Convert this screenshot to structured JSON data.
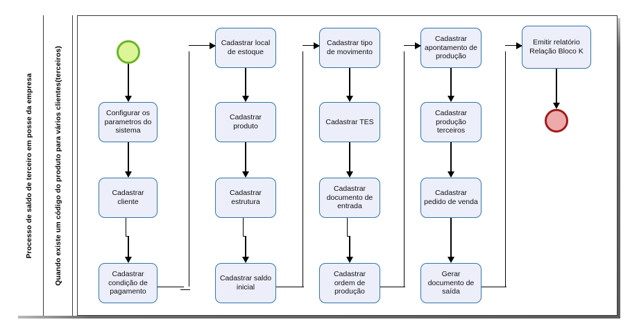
{
  "diagram": {
    "type": "bpmn-flowchart",
    "lanes": [
      {
        "id": "lane-process",
        "label": "Processo de saldo de terceiro em posse da empresa"
      },
      {
        "id": "lane-condition",
        "label": "Quando existe um código do produto para vários clientes(terceiros)"
      }
    ],
    "colors": {
      "task_fill": "#eceef9",
      "task_border": "#2e75a8",
      "start_fill": "#dcf598",
      "start_border": "#69b424",
      "end_fill": "#eeaaaa",
      "end_border": "#9e1b1b",
      "connector": "#000000",
      "frame_border": "#3a3a3a"
    },
    "start_event": {
      "name": "start-event"
    },
    "end_event": {
      "name": "end-event"
    },
    "columns": [
      {
        "id": "column-1",
        "tasks": [
          {
            "id": "task-1-1",
            "label": "Configurar os parametros do sistema"
          },
          {
            "id": "task-1-2",
            "label": "Cadastrar cliente"
          },
          {
            "id": "task-1-3",
            "label": "Cadastrar condição de pagamento"
          }
        ]
      },
      {
        "id": "column-2",
        "tasks": [
          {
            "id": "task-2-1",
            "label": "Cadastrar local de estoque"
          },
          {
            "id": "task-2-2",
            "label": "Cadastrar produto"
          },
          {
            "id": "task-2-3",
            "label": "Cadastrar estrutura"
          },
          {
            "id": "task-2-4",
            "label": "Cadastrar saldo inicial"
          }
        ]
      },
      {
        "id": "column-3",
        "tasks": [
          {
            "id": "task-3-1",
            "label": "Cadastrar tipo de movimento"
          },
          {
            "id": "task-3-2",
            "label": "Cadastrar TES"
          },
          {
            "id": "task-3-3",
            "label": "Cadastrar documento de entrada"
          },
          {
            "id": "task-3-4",
            "label": "Cadastrar ordem de produção"
          }
        ]
      },
      {
        "id": "column-4",
        "tasks": [
          {
            "id": "task-4-1",
            "label": "Cadastrar apontamento de produção"
          },
          {
            "id": "task-4-2",
            "label": "Cadastrar produção terceiros"
          },
          {
            "id": "task-4-3",
            "label": "Cadastrar pedido de venda"
          },
          {
            "id": "task-4-4",
            "label": "Gerar documento de saída"
          }
        ]
      },
      {
        "id": "column-5",
        "tasks": [
          {
            "id": "task-5-1",
            "label": "Emitir relatório Relação Bloco K"
          }
        ]
      }
    ]
  }
}
